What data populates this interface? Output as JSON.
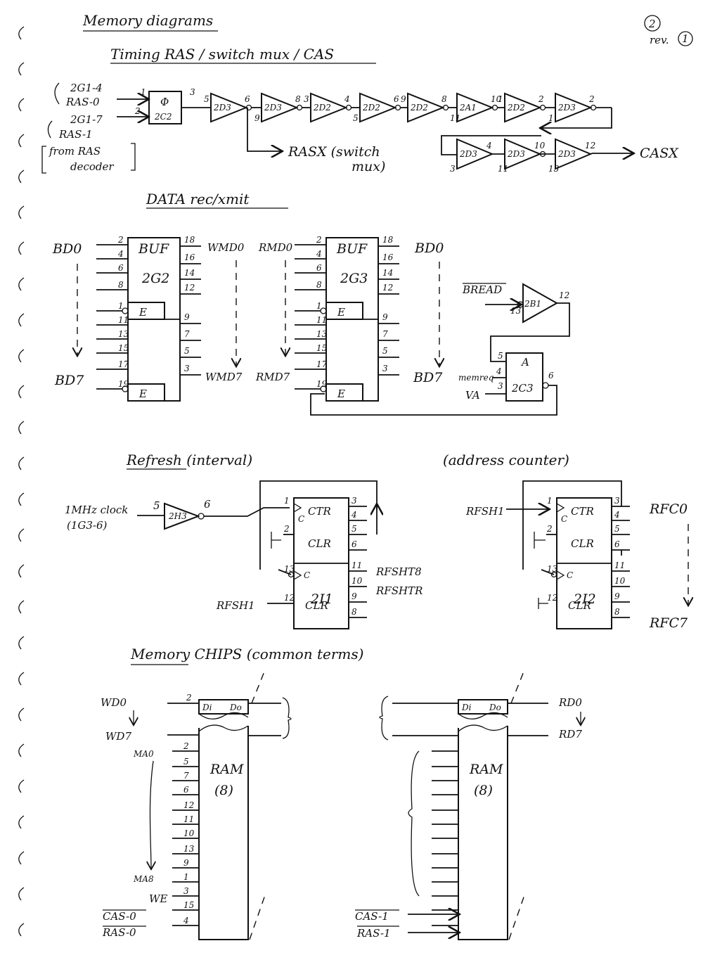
{
  "page": {
    "number": "2",
    "revision": "rev.",
    "revision_number": "1"
  },
  "timing": {
    "heading": "Memory diagrams",
    "subheading": "Timing RAS / switch mux / CAS",
    "input_a_top": "2G1-4",
    "input_a_bottom": "RAS-0",
    "input_b_top": "2G1-7",
    "input_b_bottom": "RAS-1",
    "source_note_1": "from RAS",
    "source_note_2": "decoder",
    "gate_symbol": "Φ",
    "gate_id": "2C2",
    "buffers_row1": [
      "2D3",
      "2D3",
      "2D2",
      "2D2",
      "2D2",
      "2A1",
      "2D2",
      "2D3"
    ],
    "buffers_row2": [
      "2D3",
      "2D3",
      "2D3"
    ],
    "output_switch_1": "RASX (switch",
    "output_switch_2": "mux)",
    "output_cas": "CASX",
    "pins": {
      "gate_in_a": "1",
      "gate_in_b": "2",
      "gate_out": "3",
      "b1_in": "5",
      "b1_out": "6",
      "b2_in": "9",
      "b2_out": "8",
      "b3_in": "3",
      "b3_out": "4",
      "b4_in": "5",
      "b4_out": "6",
      "b5_in": "9",
      "b5_out": "8",
      "b6_in": "11",
      "b6_out": "10",
      "b7_in": "1",
      "b7_out": "2",
      "b8_in": "1",
      "b8_out": "2",
      "r1_in": "3",
      "r1_out": "4",
      "r2_in": "11",
      "r2_out": "10",
      "r3_in": "13",
      "r3_out": "12"
    }
  },
  "data": {
    "heading": "DATA rec/xmit",
    "buf_left": {
      "label": "BUF",
      "id": "2G2",
      "enable": "E",
      "in_pins": [
        "2",
        "4",
        "6",
        "8",
        "1",
        "11",
        "13",
        "15",
        "17",
        "19"
      ],
      "out_pins": [
        "18",
        "16",
        "14",
        "12",
        "9",
        "7",
        "5",
        "3"
      ]
    },
    "buf_mid": {
      "label": "BUF",
      "id": "2G3",
      "enable": "E",
      "in_pins": [
        "2",
        "4",
        "6",
        "8",
        "1",
        "11",
        "13",
        "15",
        "17",
        "19"
      ],
      "out_pins": [
        "18",
        "16",
        "14",
        "12",
        "9",
        "7",
        "5",
        "3"
      ]
    },
    "left_in_first": "BD0",
    "left_in_last": "BD7",
    "left_out_first": "WMD0",
    "left_out_last": "WMD7",
    "mid_in_first": "RMD0",
    "mid_in_last": "RMD7",
    "mid_out_first": "BD0",
    "mid_out_last": "BD7",
    "bread": "BREAD",
    "bread_gate": "2B1",
    "bread_in_pin": "13",
    "bread_out_pin": "12",
    "and_gate": "A",
    "and_gate_id": "2C3",
    "and_pins": [
      "5",
      "4",
      "3",
      "6"
    ],
    "memreq": "memreq",
    "va": "VA"
  },
  "refresh": {
    "heading": "Refresh (interval)",
    "heading_right": "(address counter)",
    "clock_1": "1MHz clock",
    "clock_2": "(1G3-6)",
    "inv_id": "2H3",
    "inv_in": "5",
    "inv_out": "6",
    "ctr_left": {
      "ctr": "CTR",
      "clr": "CLR",
      "id": "2I1",
      "c": "C",
      "pins_left": [
        "1",
        "2",
        "13",
        "12"
      ],
      "pins_right": [
        "3",
        "4",
        "5",
        "6",
        "11",
        "10",
        "9",
        "8"
      ]
    },
    "ctr_right": {
      "ctr": "CTR",
      "clr": "CLR",
      "id": "2I2",
      "c": "C",
      "pins_left": [
        "1",
        "2",
        "13",
        "12"
      ],
      "pins_right": [
        "3",
        "4",
        "5",
        "6",
        "11",
        "10",
        "9",
        "8"
      ]
    },
    "rfsht8": "RFSHT8",
    "rfshtr": "RFSHTR",
    "rfsh1": "RFSH1",
    "rfsh_right": "RFSH1",
    "rfc0": "RFC0",
    "rfc7": "RFC7"
  },
  "memory": {
    "heading": "Memory CHIPS (common terms)",
    "wd0": "WD0",
    "wd7": "WD7",
    "ma0": "MA0",
    "ma8": "MA8",
    "we": "WE",
    "cas0": "CAS-0",
    "ras0": "RAS-0",
    "cas1": "CAS-1",
    "ras1": "RAS-1",
    "rd0": "RD0",
    "rd7": "RD7",
    "di": "Di",
    "do": "Do",
    "ram": "RAM",
    "ram_count": "(8)",
    "left_pins": [
      "2",
      "2",
      "5",
      "7",
      "6",
      "12",
      "11",
      "10",
      "13",
      "9",
      "1",
      "3",
      "15",
      "4"
    ]
  }
}
